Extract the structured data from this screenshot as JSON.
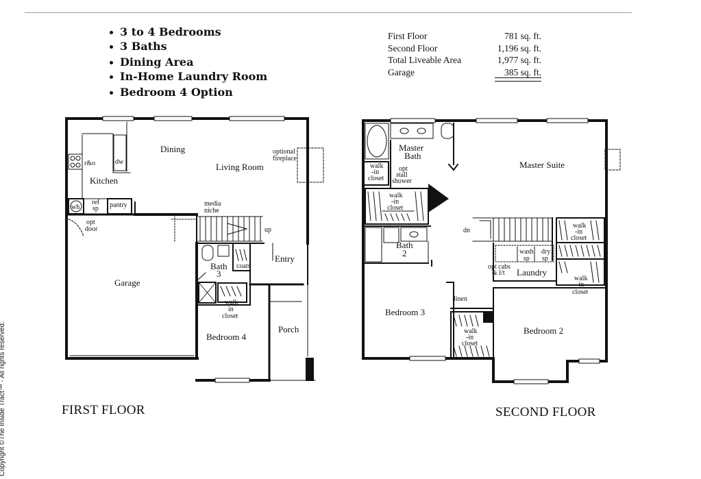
{
  "features": [
    "3 to 4 Bedrooms",
    "3 Baths",
    "Dining Area",
    "In-Home Laundry Room",
    "Bedroom 4 Option"
  ],
  "areas": [
    {
      "label": "First Floor",
      "value": "781 sq. ft."
    },
    {
      "label": "Second Floor",
      "value": "1,196 sq. ft."
    },
    {
      "label": "Total Liveable Area",
      "value": "1,977 sq. ft."
    },
    {
      "label": "Garage",
      "value": "385 sq. ft."
    }
  ],
  "copyright": "Copyright ©The Inside Tract™ - All rights reserved.",
  "first_floor": {
    "title": "FIRST FLOOR",
    "rooms": {
      "kitchen": "Kitchen",
      "dining": "Dining",
      "living": "Living Room",
      "fireplace_1": "optional",
      "fireplace_2": "fireplace",
      "ro": "r&o",
      "dw": "dw",
      "wh": "wh",
      "ref_1": "ref",
      "ref_2": "sp",
      "pantry": "pantry",
      "media_1": "media",
      "media_2": "niche",
      "up": "up",
      "optdoor_1": "opt",
      "optdoor_2": "door",
      "garage": "Garage",
      "bath3_1": "Bath",
      "bath3_2": "3",
      "coats": "coats",
      "entry": "Entry",
      "walkin_1": "walk",
      "walkin_2": "in",
      "walkin_3": "closet",
      "bedroom4": "Bedroom 4",
      "porch": "Porch"
    }
  },
  "second_floor": {
    "title": "SECOND FLOOR",
    "rooms": {
      "masterbath_1": "Master",
      "masterbath_2": "Bath",
      "master_suite": "Master Suite",
      "walk_a_1": "walk",
      "walk_a_2": "-in",
      "walk_a_3": "closet",
      "optstall_1": "opt",
      "optstall_2": "stall",
      "optstall_3": "shower",
      "walk_b_1": "walk",
      "walk_b_2": "-in",
      "walk_b_3": "closet",
      "dn": "dn",
      "bath2_1": "Bath",
      "bath2_2": "2",
      "walk_c_1": "walk",
      "walk_c_2": "-in",
      "walk_c_3": "closet",
      "wash_1": "wash",
      "wash_2": "sp",
      "dry_1": "dry",
      "dry_2": "sp",
      "optcabs_1": "opt cabs",
      "optcabs_2": "& l/t",
      "laundry": "Laundry",
      "walk_d_1": "walk",
      "walk_d_2": "-in",
      "walk_d_3": "closet",
      "linen": "linen",
      "bedroom3": "Bedroom 3",
      "walk_e_1": "walk",
      "walk_e_2": "-in",
      "walk_e_3": "closet",
      "bedroom2": "Bedroom 2"
    }
  }
}
